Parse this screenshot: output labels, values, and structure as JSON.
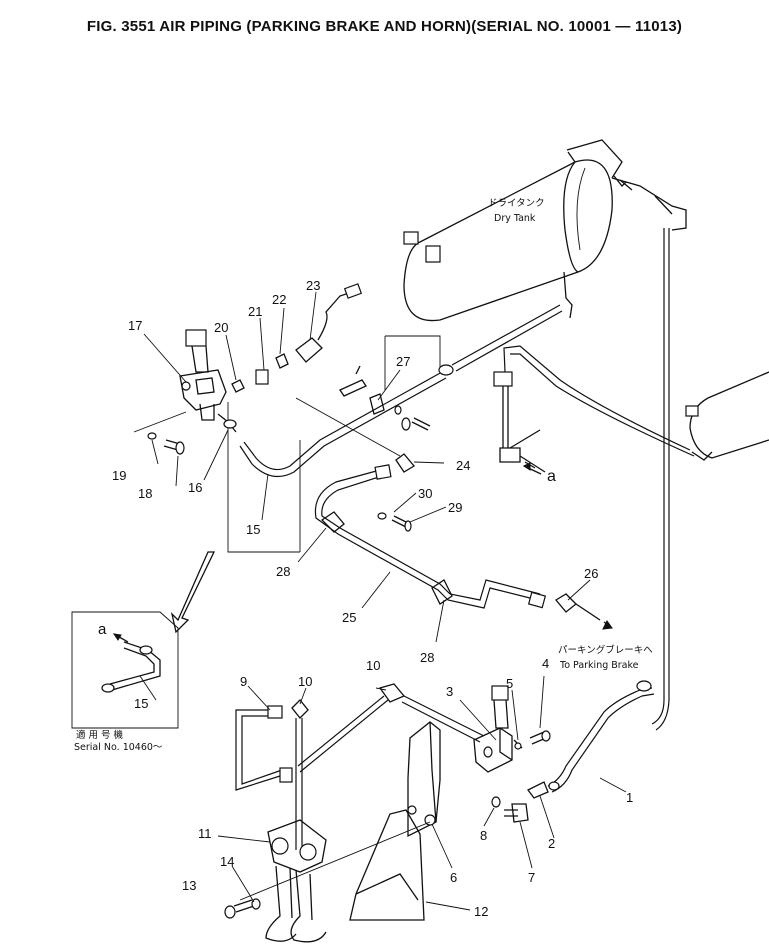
{
  "title": "FIG. 3551  AIR PIPING (PARKING BRAKE AND HORN)(SERIAL NO. 10001 — 11013)",
  "labels": {
    "dry_tank_jp": "ドライタンク",
    "dry_tank_en": "Dry Tank",
    "parking_jp": "パーキングブレーキへ",
    "parking_en": "To Parking Brake",
    "serial_jp": "適 用 号 機",
    "serial_en": "Serial No. 10460～",
    "ref_a_main": "a",
    "ref_a_inset": "a"
  },
  "callouts": [
    "1",
    "2",
    "3",
    "4",
    "5",
    "6",
    "7",
    "8",
    "9",
    "10",
    "10",
    "11",
    "12",
    "13",
    "14",
    "15",
    "15",
    "16",
    "17",
    "18",
    "19",
    "20",
    "21",
    "22",
    "23",
    "24",
    "25",
    "26",
    "27",
    "28",
    "28",
    "29",
    "30"
  ]
}
